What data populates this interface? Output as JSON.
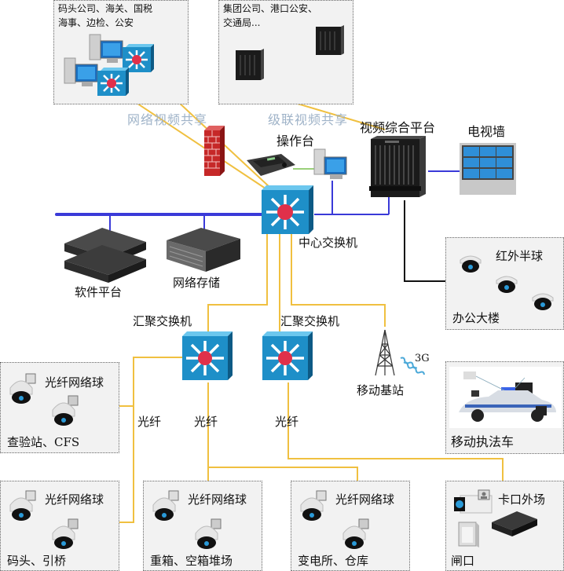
{
  "diagram": {
    "type": "network-topology",
    "remote_zones": {
      "left": {
        "text_line1": "码头公司、海关、国税",
        "text_line2": "海事、边检、公安"
      },
      "right": {
        "text_line1": "集团公司、港口公安、",
        "text_line2": "交通局..."
      }
    },
    "share_labels": {
      "network_video_share": "网络视频共享",
      "cascade_video_share": "级联视频共享"
    },
    "core": {
      "console": "操作台",
      "video_platform": "视频综合平台",
      "tv_wall": "电视墙",
      "central_switch": "中心交换机",
      "software_platform": "软件平台",
      "network_storage": "网络存储"
    },
    "office": {
      "camera_type": "红外半球",
      "location": "办公大楼"
    },
    "aggregation": {
      "switch_left": "汇聚交换机",
      "switch_right": "汇聚交换机"
    },
    "mobile": {
      "base_station": "移动基站",
      "signal": "3G",
      "vehicle": "移动执法车"
    },
    "fiber_labels": [
      "光纤",
      "光纤",
      "光纤"
    ],
    "sites": [
      {
        "camera_type": "光纤网络球",
        "location": "查验站、CFS"
      },
      {
        "camera_type": "光纤网络球",
        "location": "码头、引桥"
      },
      {
        "camera_type": "光纤网络球",
        "location": "重箱、空箱堆场"
      },
      {
        "camera_type": "光纤网络球",
        "location": "变电所、仓库"
      },
      {
        "camera_type": "卡口外场",
        "location": "闸口"
      }
    ],
    "colors": {
      "fiber_line": "#f0c040",
      "lan_line": "#3a3ad8",
      "black_line": "#111111",
      "switch_blue": "#1e8fc8",
      "switch_core": "#e0304a",
      "share_text": "#9fb3c8",
      "zone_bg": "#f2f2f2"
    }
  }
}
